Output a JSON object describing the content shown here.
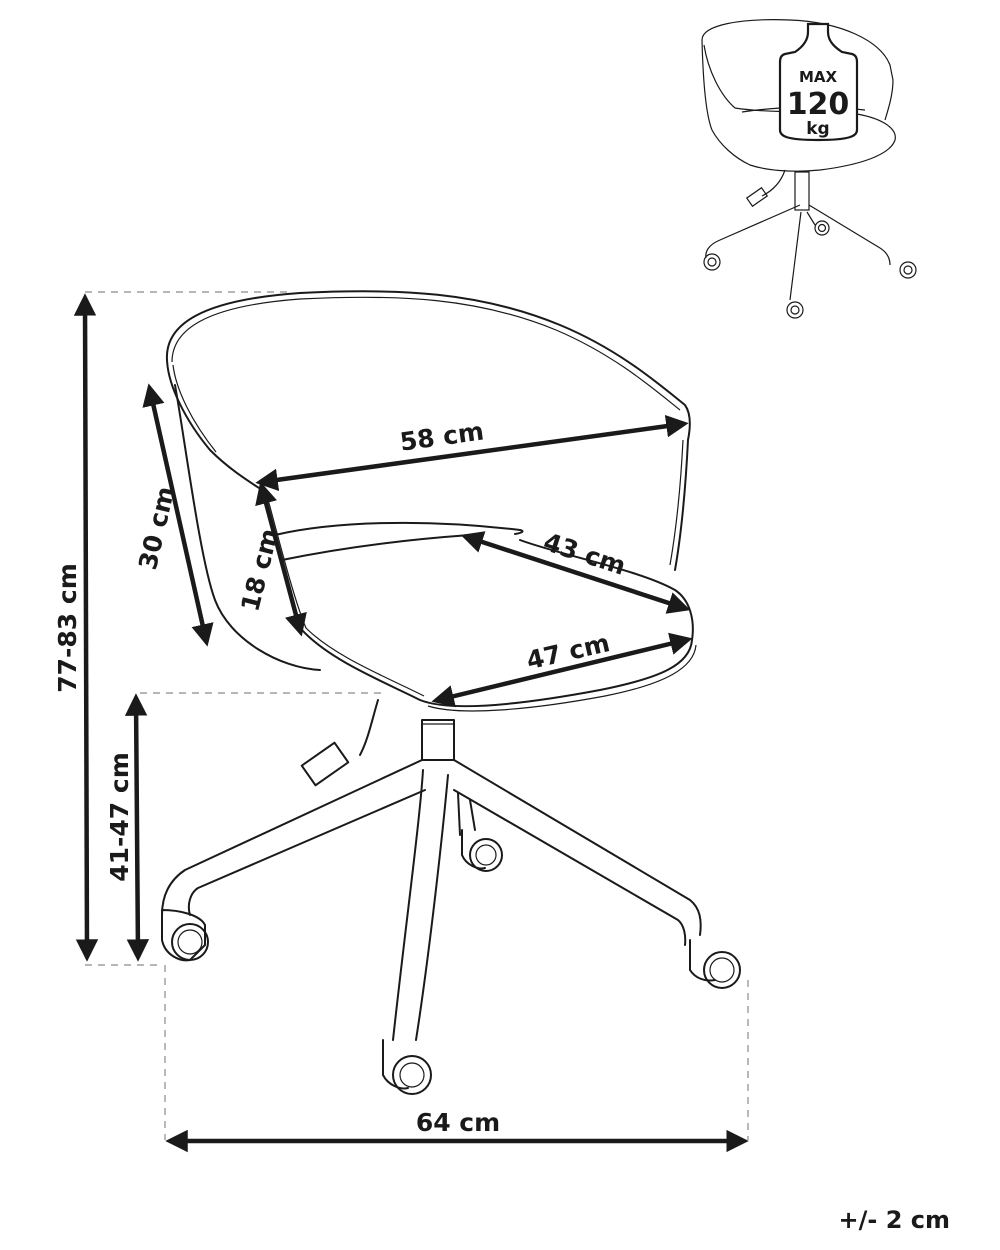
{
  "diagram": {
    "subject": "Office chair dimension drawing",
    "colors": {
      "ink": "#1a1a1a",
      "guide": "#8a8a8a",
      "background": "#ffffff"
    },
    "dimensions": {
      "overall_height": "77-83 cm",
      "backrest_height": "30 cm",
      "armrest_height": "18 cm",
      "total_width": "58 cm",
      "seat_depth": "43 cm",
      "seat_width": "47 cm",
      "seat_height": "41-47 cm",
      "base_width": "64 cm"
    },
    "weight_badge": {
      "line1": "MAX",
      "line2": "120",
      "line3": "kg"
    },
    "tolerance": "+/- 2 cm"
  }
}
